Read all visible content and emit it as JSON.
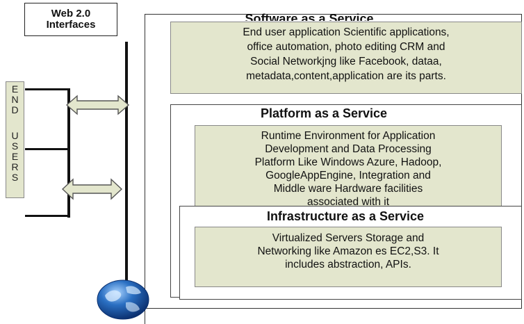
{
  "web_interfaces": {
    "line1": "Web 2.0",
    "line2": "Interfaces"
  },
  "end_users": {
    "word1": [
      "E",
      "N",
      "D"
    ],
    "word2": [
      "U",
      "S",
      "E",
      "R",
      "S"
    ]
  },
  "saas": {
    "title": "Software as a Service",
    "lines": [
      "End user application Scientific applications,",
      "office automation, photo editing CRM and",
      "Social Networkjng like Facebook, dataa,",
      "metadata,content,application are its parts."
    ]
  },
  "paas": {
    "title": "Platform as a Service",
    "lines": [
      "Runtime Environment for Application",
      "Development and Data Processing",
      "Platform Like Windows Azure, Hadoop,",
      "GoogleAppEngine, Integration and",
      "Middle ware Hardware facilities",
      "associated with it"
    ]
  },
  "iaas": {
    "title": "Infrastructure as a Service",
    "lines": [
      "Virtualized Servers Storage and",
      "Networking like Amazon es EC2,S3. It",
      "includes abstraction, APIs."
    ]
  },
  "icons": {
    "globe": "globe-icon",
    "arrow": "double-arrow-icon"
  },
  "colors": {
    "box_fill": "#e3e6cd",
    "globe_blue": "#2a6fc2",
    "line": "#111111"
  }
}
